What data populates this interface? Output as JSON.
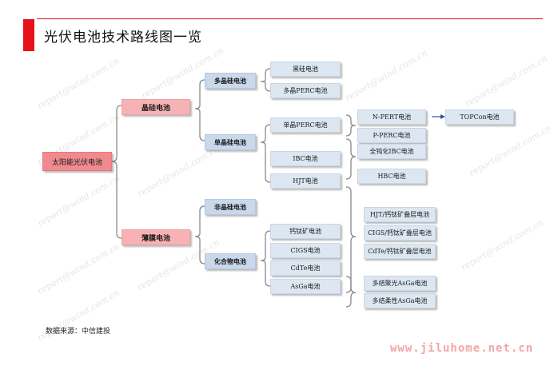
{
  "title": "光伏电池技术路线图一览",
  "source": "数据来源：中信建投",
  "watermark": "report@wind.com.cn",
  "site_watermark": "www.jiluhome.net.cn",
  "colors": {
    "accent": "#e8121b",
    "root": "#f08a8f",
    "level1": "#f7b2b5",
    "level2": "#c9d8ea",
    "leaf": "#dde7f2",
    "arrow": "#2f5597"
  },
  "nodes": {
    "root": "太阳能光伏电池",
    "crystalline": "晶硅电池",
    "thin_film": "薄膜电池",
    "multi": "多晶硅电池",
    "mono": "单晶硅电池",
    "amorphous": "非晶硅电池",
    "compound": "化合物电池",
    "bsf": "黑硅电池",
    "multi_perc": "多晶PERC电池",
    "mono_perc": "单晶PERC电池",
    "ibc": "IBC电池",
    "hjt": "HJT电池",
    "n_pert": "N-PERT电池",
    "p_perc": "P-PERC电池",
    "passivated": "全钝化IBC电池",
    "hbc": "HBC电池",
    "topcon": "TOPCon电池",
    "perovskite": "钙钛矿电池",
    "cigs": "CIGS电池",
    "cdte": "CdTe电池",
    "asga": "AsGa电池",
    "hjt_perov": "HJT/钙钛矿叠层电池",
    "cigs_perov": "CIGS/钙钛矿叠层电池",
    "cdte_perov": "CdTe/钙钛矿叠层电池",
    "multi_asga_conc": "多结聚光AsGa电池",
    "multi_asga_flex": "多结柔性AsGa电池"
  }
}
